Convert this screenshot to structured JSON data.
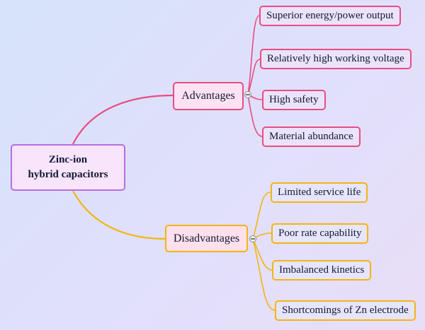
{
  "diagram": {
    "type": "mind-map",
    "root": {
      "label_line1": "Zinc-ion",
      "label_line2": "hybrid capacitors"
    },
    "branches": [
      {
        "label": "Advantages",
        "color": "#ea4c82",
        "collapse_icon": "minus-circle-icon",
        "children": [
          "Superior energy/power output",
          "Relatively high working voltage",
          "High safety",
          "Material abundance"
        ]
      },
      {
        "label": "Disadvantages",
        "color": "#f2b516",
        "collapse_icon": "minus-circle-icon",
        "children": [
          "Limited service life",
          "Poor rate capability",
          "Imbalanced kinetics",
          "Shortcomings of Zn electrode"
        ]
      }
    ],
    "colors": {
      "root_border": "#b76ee3",
      "root_fill": "#f8e4fb",
      "advantages_fill": "#fde2f3",
      "disadvantages_fill": "#fde0ec",
      "background_start": "#d6e3fb",
      "background_end": "#e9def8"
    }
  }
}
